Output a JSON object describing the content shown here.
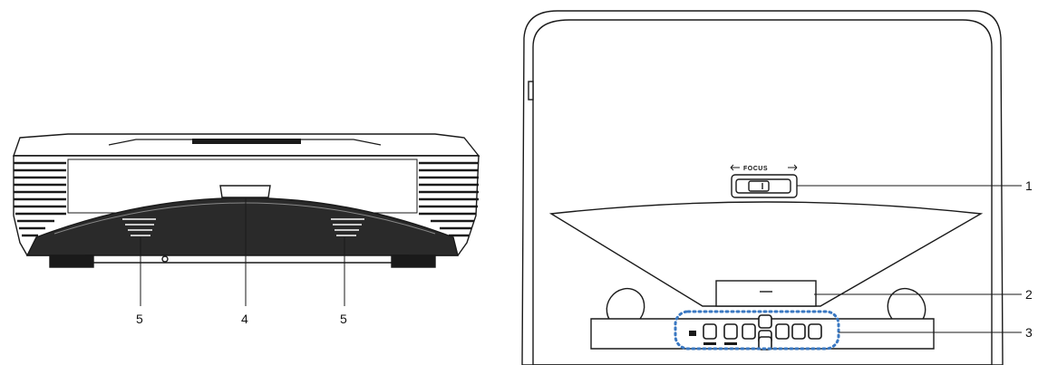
{
  "front_view": {
    "callouts": [
      {
        "id": "left-speaker",
        "number": "5"
      },
      {
        "id": "ir-receiver",
        "number": "4"
      },
      {
        "id": "right-speaker",
        "number": "5"
      }
    ]
  },
  "top_view": {
    "focus_label": "FOCUS",
    "callouts": [
      {
        "id": "focus-switch",
        "number": "1"
      },
      {
        "id": "lens",
        "number": "2"
      },
      {
        "id": "control-panel",
        "number": "3"
      }
    ]
  },
  "colors": {
    "outline": "#1a1a1a",
    "highlight": "#3a78c2"
  }
}
